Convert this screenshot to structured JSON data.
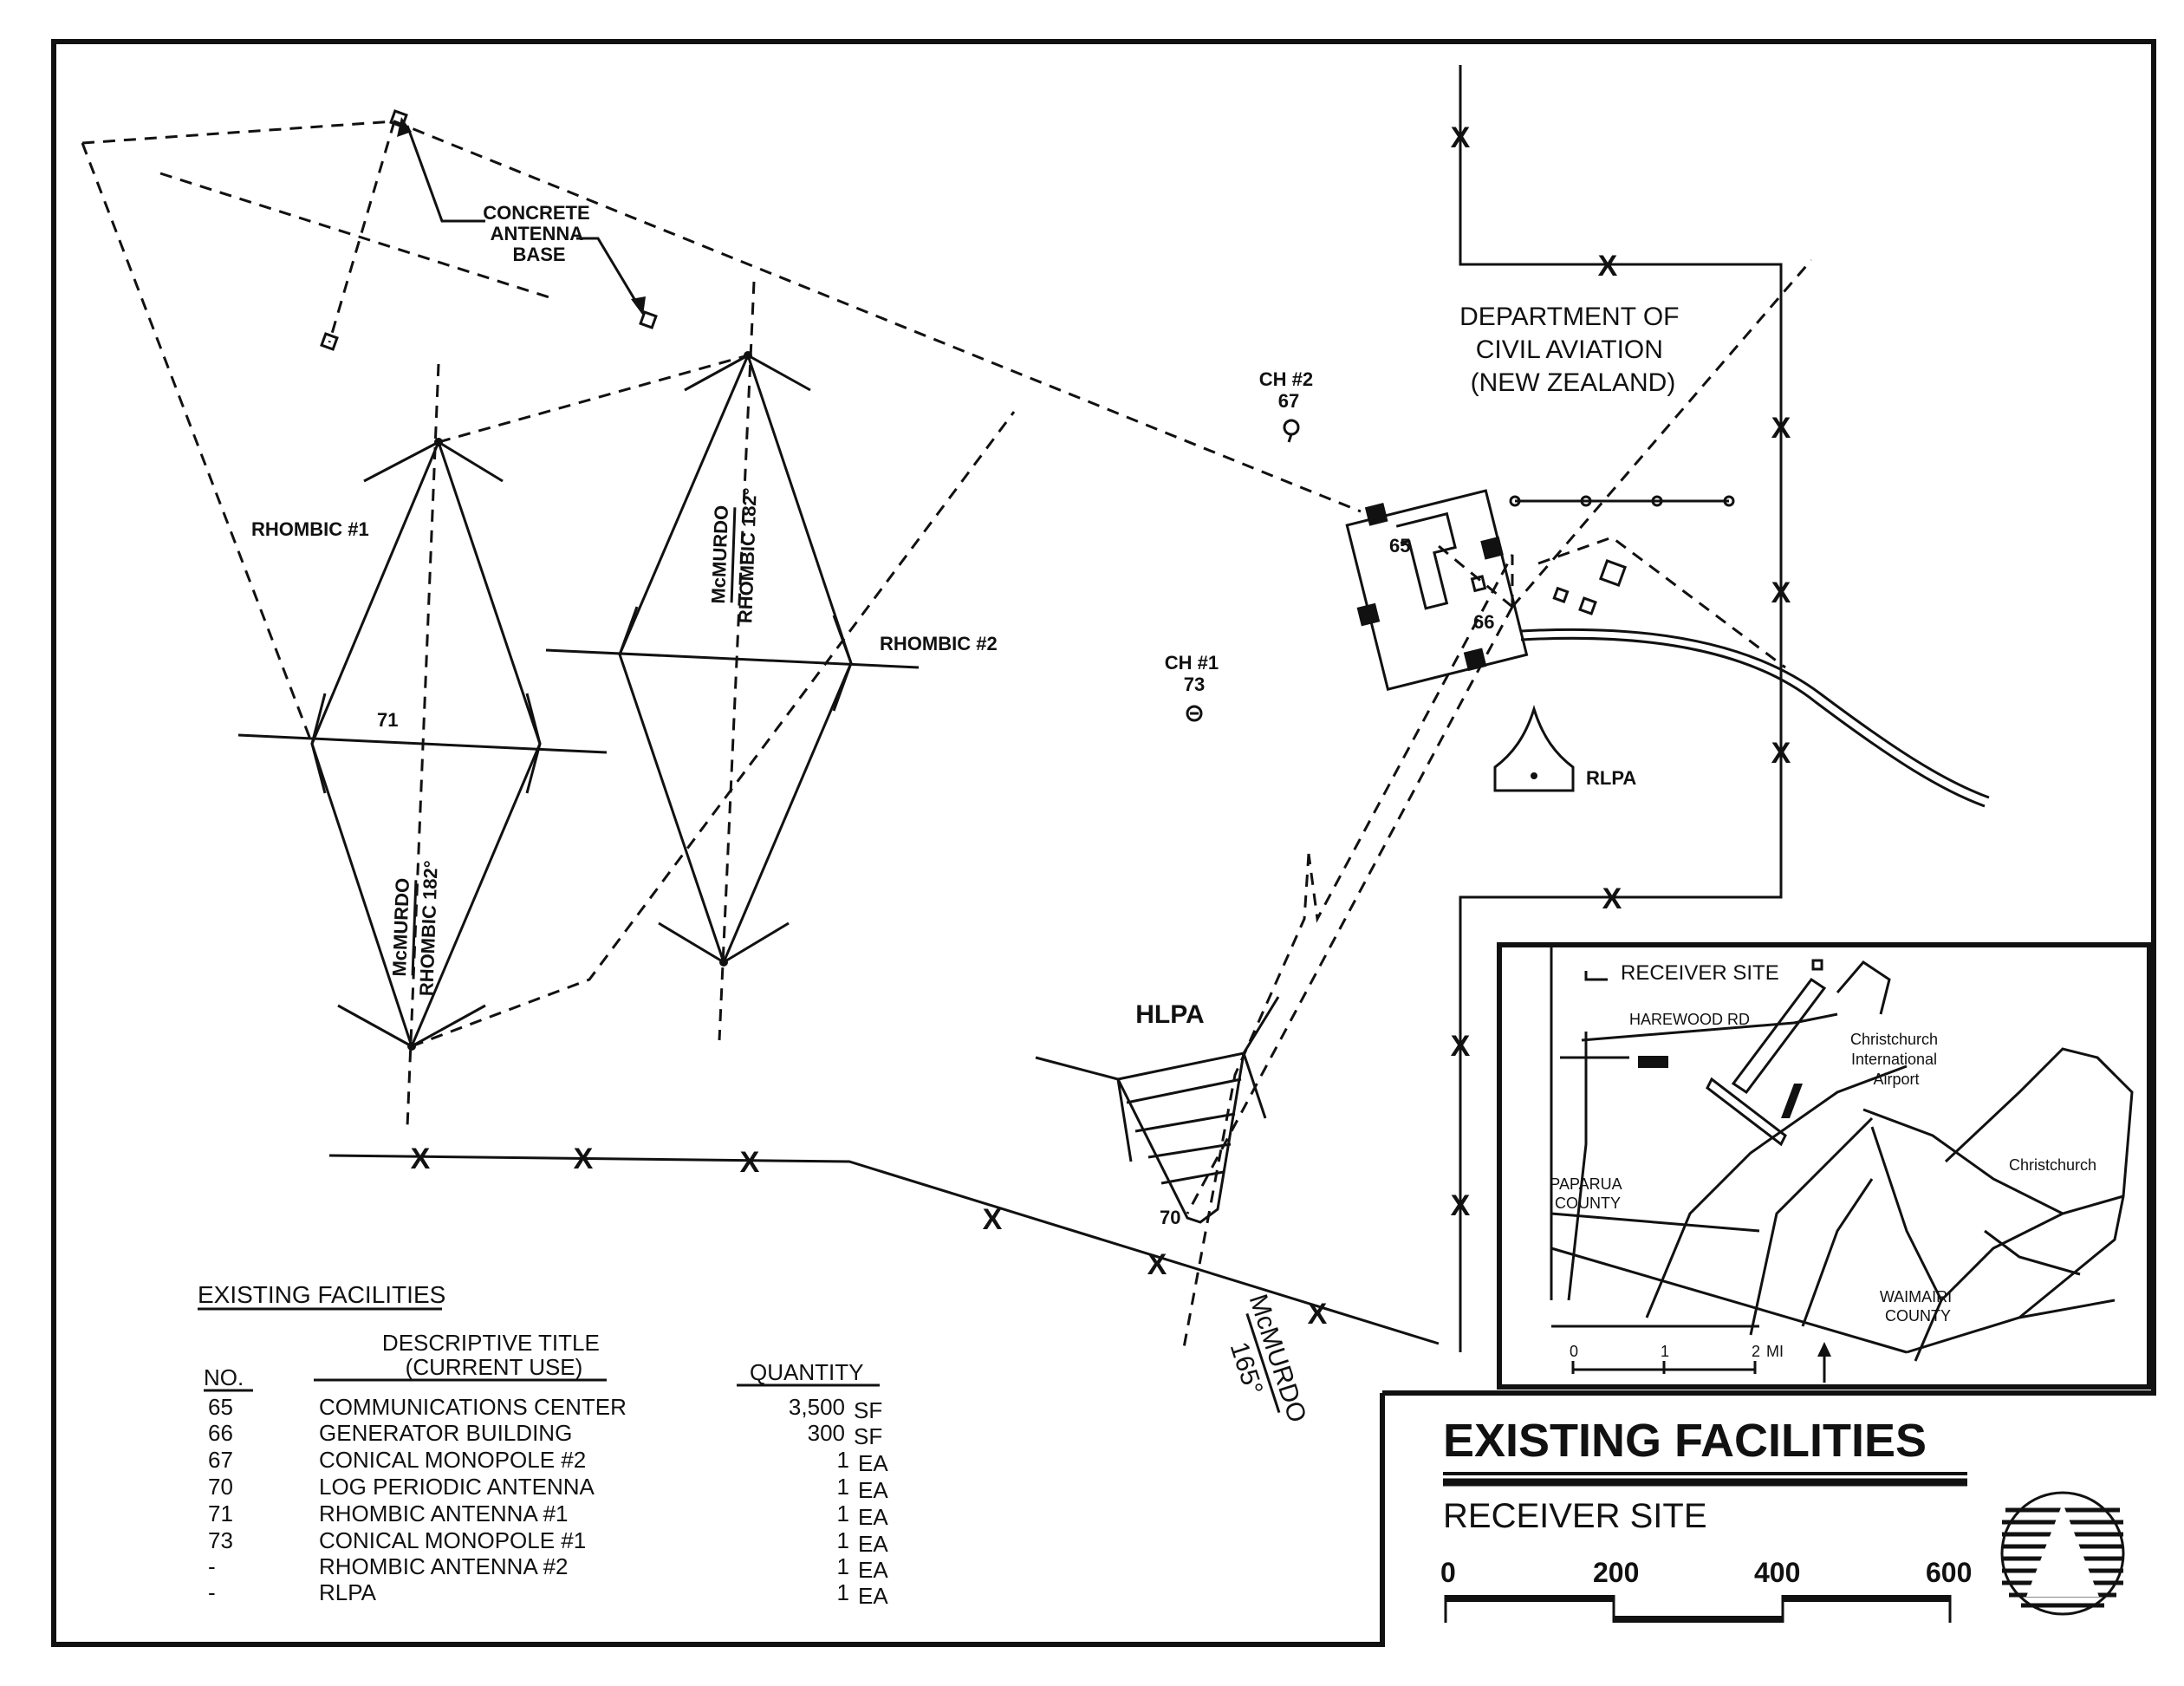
{
  "map": {
    "labels": {
      "concrete_base": [
        "CONCRETE",
        "ANTENNA",
        "BASE"
      ],
      "dca": [
        "DEPARTMENT OF",
        "CIVIL AVIATION",
        "(NEW ZEALAND)"
      ],
      "ch2": [
        "CH #2",
        "67"
      ],
      "ch1": [
        "CH #1",
        "73"
      ],
      "rhombic1": "RHOMBIC #1",
      "rhombic2": "RHOMBIC #2",
      "mcm1": [
        "McMURDO",
        "RHOMBIC 182°"
      ],
      "mcm2": [
        "McMURDO",
        "RHOMBIC 182°"
      ],
      "num71": "71",
      "num65": "65",
      "num66": "66",
      "num70": "70",
      "rlpa": "RLPA",
      "hlpa": "HLPA",
      "mcm165": [
        "McMURDO",
        "165°"
      ],
      "fence_mark": "X"
    },
    "inset": {
      "receiver_site": "RECEIVER SITE",
      "road": "HAREWOOD RD",
      "airport": [
        "Christchurch",
        "International",
        "Airport"
      ],
      "christchurch": "Christchurch",
      "paparua": [
        "PAPARUA",
        "COUNTY"
      ],
      "waimairi": [
        "WAIMAIRI",
        "COUNTY"
      ],
      "scale_ticks": [
        "0",
        "1",
        "2"
      ],
      "scale_unit": "MI"
    }
  },
  "legend": {
    "heading": "EXISTING FACILITIES",
    "col_no": "NO.",
    "col_title": [
      "DESCRIPTIVE TITLE",
      "(CURRENT USE)"
    ],
    "col_qty": "QUANTITY",
    "rows": [
      {
        "no": "65",
        "title": "COMMUNICATIONS CENTER",
        "qty": "3,500",
        "unit": "SF"
      },
      {
        "no": "66",
        "title": "GENERATOR BUILDING",
        "qty": "300",
        "unit": "SF"
      },
      {
        "no": "67",
        "title": "CONICAL MONOPOLE #2",
        "qty": "1",
        "unit": "EA"
      },
      {
        "no": "70",
        "title": "LOG PERIODIC ANTENNA",
        "qty": "1",
        "unit": "EA"
      },
      {
        "no": "71",
        "title": "RHOMBIC ANTENNA #1",
        "qty": "1",
        "unit": "EA"
      },
      {
        "no": "73",
        "title": "CONICAL MONOPOLE #1",
        "qty": "1",
        "unit": "EA"
      },
      {
        "no": "-",
        "title": "RHOMBIC ANTENNA #2",
        "qty": "1",
        "unit": "EA"
      },
      {
        "no": "-",
        "title": "RLPA",
        "qty": "1",
        "unit": "EA"
      }
    ]
  },
  "titleblock": {
    "title": "EXISTING FACILITIES",
    "subtitle": "RECEIVER SITE",
    "scale": [
      "0",
      "200",
      "400",
      "600"
    ]
  }
}
